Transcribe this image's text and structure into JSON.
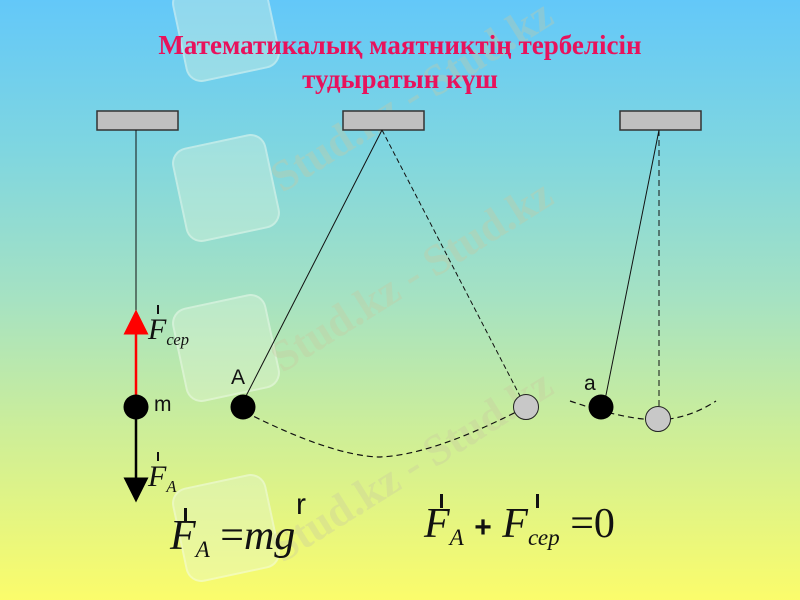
{
  "title": {
    "line1": "Математикалық маятниктің тербелісін",
    "line2": "тудыратын күш"
  },
  "watermark": {
    "text": "Stud.kz - Stud.kz"
  },
  "diagram": {
    "mass_label": "m",
    "point_A": "A",
    "point_a": "a",
    "force_tension": {
      "symbol": "F",
      "subscript": "сер",
      "color": "#ff0000"
    },
    "force_archimedes": {
      "symbol": "F",
      "subscript": "A",
      "color": "#000000"
    },
    "colors": {
      "support": "#c0c0c0",
      "bob_active": "#000000",
      "bob_ghost": "#c8c8c8"
    }
  },
  "formulas": {
    "f1": {
      "lhs": "F",
      "lhs_sub": "A",
      "eq": "=",
      "rhs": "mg",
      "vec_mark": "r"
    },
    "f2": {
      "a": "F",
      "a_sub": "A",
      "plus": "+",
      "b": "F",
      "b_sub": "сер",
      "eq": "=",
      "rhs": "0"
    }
  }
}
